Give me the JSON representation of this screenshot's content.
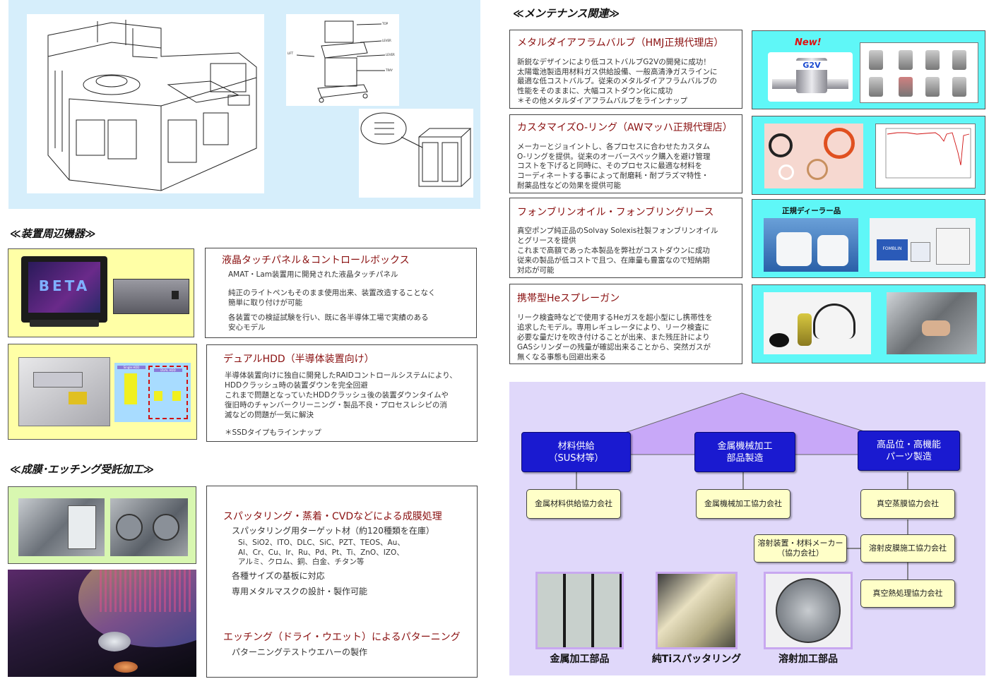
{
  "sections": {
    "peripheral_heading": "≪装置周辺機器≫",
    "deposition_heading": "≪成膜･エッチング受託加工≫",
    "maintenance_heading": "≪メンテナンス関連≫"
  },
  "peripheral": {
    "touch_panel": {
      "title": "液晶タッチパネル＆コントロールボックス",
      "lines": [
        "AMAT・Lam装置用に開発された液晶タッチパネル",
        "純正のライトペンもそのまま使用出来、装置改造することなく",
        "簡単に取り付けが可能",
        "各装置での検証試験を行い、既に各半導体工場で実績のある",
        "安心モデル"
      ],
      "screen_text": "BETA"
    },
    "dual_hdd": {
      "title": "デュアルHDD（半導体装置向け）",
      "lines": [
        "半導体装置向けに独自に開発したRAIDコントロールシステムにより、",
        "HDDクラッシュ時の装置ダウンを完全回避",
        "これまで問題となっていたHDDクラッシュ後の装置ダウンタイムや",
        "復旧時のチャンバークリーニング・製品不良・プロセスレシピの消",
        "滅などの問題が一気に解決",
        "＊SSDタイプもラインナップ"
      ],
      "diagram_single": "Single HDD",
      "diagram_dual": "DUAL HDD"
    }
  },
  "deposition": {
    "title1": "スパッタリング・蒸着・CVDなどによる成膜処理",
    "lines1": [
      "スパッタリング用ターゲット材（約120種類を在庫）",
      "Si、SiO2、ITO、DLC、SiC、PZT、TEOS、Au、",
      "Al、Cr、Cu、Ir、Ru、Pd、Pt、Ti、ZnO、IZO、",
      "アルミ、クロム、銅、白金、チタン等",
      "各種サイズの基板に対応",
      "専用メタルマスクの設計・製作可能"
    ],
    "title2": "エッチング（ドライ・ウエット）によるパターニング",
    "lines2": [
      "パターニングテストウエハーの製作"
    ]
  },
  "maintenance": {
    "diaphragm": {
      "title": "メタルダイアフラムバルブ（HMJ正規代理店）",
      "lines": [
        "新鋭なデザインにより低コストバルブG2Vの開発に成功！",
        "太陽電池製造用材料ガス供給設備、一般高清浄ガスラインに",
        "最適な低コストバルブ。従来のメタルダイアフラムバルブの",
        "性能をそのままに、大幅コストダウン化に成功",
        "＊その他メタルダイアフラムバルブをラインナップ"
      ],
      "badge": "New!",
      "valve_label": "G2V"
    },
    "oring": {
      "title": "カスタマイズO-リング（AWマッハ正規代理店）",
      "lines": [
        "メーカーとジョイントし、各プロセスに合わせたカスタム",
        "O-リングを提供。従来のオーバースペック購入を避け管理",
        "コストを下げると同時に、そのプロセスに最適な材料を",
        "コーディネートする事によって耐磨耗・耐プラズマ特性・",
        "耐薬品性などの効果を提供可能"
      ]
    },
    "fomblin": {
      "title": "フォンブリンオイル・フォンブリングリース",
      "lines": [
        "真空ポンプ純正品のSolvay Solexis社製フォンブリンオイル",
        "とグリースを提供",
        "これまで高額であった本製品を弊社がコストダウンに成功",
        "従来の製品が低コストで且つ、在庫量も豊富なので短納期",
        "対応が可能"
      ],
      "dealer": "正規ディーラー品",
      "brand": "FOMBLIN"
    },
    "he_gun": {
      "title": "携帯型Heスプレーガン",
      "lines": [
        "リーク検査時などで使用するHeガスを超小型にし携帯性を",
        "追求したモデル。専用レギュレータにより、リーク検査に",
        "必要な量だけを吹き付けることが出来、また残圧計により",
        "GASシリンダーの残量が確認出来ることから、突然ガスが",
        "無くなる事態も回避出来る"
      ]
    }
  },
  "org": {
    "top_boxes": [
      {
        "line1": "材料供給",
        "line2": "（SUS材等）"
      },
      {
        "line1": "金属機械加工",
        "line2": "部品製造"
      },
      {
        "line1": "高品位・高機能",
        "line2": "パーツ製造"
      }
    ],
    "partners": {
      "material": "金属材料供給協力会社",
      "machining": "金属機械加工協力会社",
      "vacuum": "真空蒸膜協力会社",
      "spray_maker_line1": "溶射装置・材料メーカー",
      "spray_maker_line2": "（協力会社）",
      "spray": "溶射皮膜施工協力会社",
      "heat": "真空熱処理協力会社"
    },
    "captions": [
      "金属加工部品",
      "純Tiスパッタリング",
      "溶射加工部品"
    ]
  }
}
